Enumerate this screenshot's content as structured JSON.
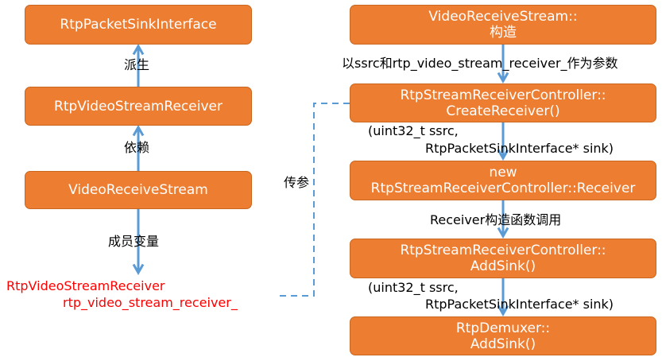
{
  "colors": {
    "box_fill": "#ED7D31",
    "box_text": "#FFFFFF",
    "arrow": "#5B9BD5",
    "label_text": "#000000",
    "highlight_text": "#FF0000"
  },
  "left_column": {
    "boxes": [
      {
        "id": "rtp-packet-sink-interface",
        "lines": [
          "RtpPacketSinkInterface"
        ]
      },
      {
        "id": "rtp-video-stream-receiver",
        "lines": [
          "RtpVideoStreamReceiver"
        ]
      },
      {
        "id": "video-receive-stream",
        "lines": [
          "VideoReceiveStream"
        ]
      }
    ],
    "edges": [
      {
        "from": "rtp-video-stream-receiver",
        "to": "rtp-packet-sink-interface",
        "label": "派生"
      },
      {
        "from": "video-receive-stream",
        "to": "rtp-video-stream-receiver",
        "label": "依赖"
      },
      {
        "from": "video-receive-stream",
        "to": "member-variable",
        "label": "成员变量"
      }
    ],
    "member_variable": {
      "type_line": "RtpVideoStreamReceiver",
      "name_line": "rtp_video_stream_receiver_"
    }
  },
  "pass_param_link": {
    "label": "传参"
  },
  "right_column": {
    "boxes": [
      {
        "id": "video-receive-stream-ctor",
        "lines": [
          "VideoReceiveStream::",
          "构造"
        ]
      },
      {
        "id": "create-receiver",
        "lines": [
          "RtpStreamReceiverController::",
          "CreateReceiver()"
        ]
      },
      {
        "id": "new-receiver",
        "lines": [
          "new",
          "RtpStreamReceiverController::Receiver"
        ]
      },
      {
        "id": "controller-add-sink",
        "lines": [
          "RtpStreamReceiverController::",
          "AddSink()"
        ]
      },
      {
        "id": "demuxer-add-sink",
        "lines": [
          "RtpDemuxer::",
          "AddSink()"
        ]
      }
    ],
    "edges": [
      {
        "label_lines": [
          "以ssrc和rtp_video_stream_receiver_作为参数"
        ]
      },
      {
        "label_lines": [
          "(uint32_t ssrc,",
          "RtpPacketSinkInterface* sink)"
        ]
      },
      {
        "label_lines": [
          "Receiver构造函数调用"
        ]
      },
      {
        "label_lines": [
          "(uint32_t ssrc,",
          "RtpPacketSinkInterface* sink)"
        ]
      }
    ]
  }
}
